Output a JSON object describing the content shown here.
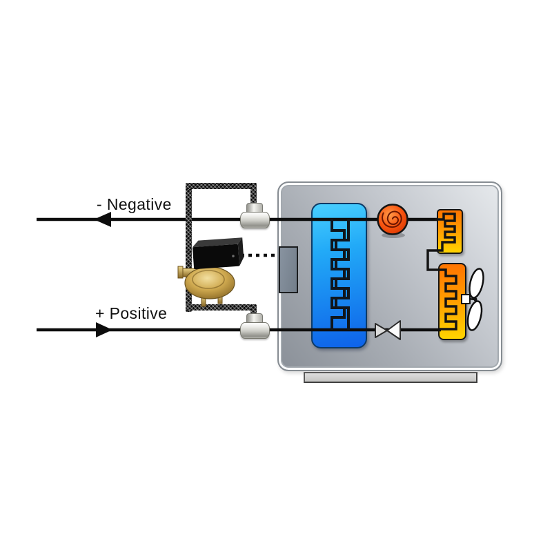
{
  "diagram": {
    "type": "schematic",
    "labels": {
      "negative": "- Negative",
      "positive": "+ Positive"
    },
    "components": [
      "unit-enclosure",
      "unit-base",
      "control-port",
      "evaporator-plate-heat-exchanger",
      "scroll-compressor",
      "condenser-coil-upper",
      "condenser-coil-lower",
      "condenser-fan",
      "expansion-valve",
      "flow-switch",
      "braided-hose-loop",
      "tee-fitting-return",
      "tee-fitting-supply",
      "negative-return-line",
      "positive-supply-line",
      "control-signal-line"
    ],
    "colors": {
      "pipe": "#0d0d0d",
      "enclosure_dark": "#8a9098",
      "enclosure_light": "#e7eaed",
      "evaporator_top": "#49cfff",
      "evaporator_bottom": "#0e62e9",
      "compressor": "#f34a05",
      "condenser_top": "#ff7400",
      "condenser_bottom": "#ffd400",
      "brass": "#c9a550",
      "fitting_silver": "#d6d6d0",
      "control_port": "#7f8a95"
    }
  }
}
